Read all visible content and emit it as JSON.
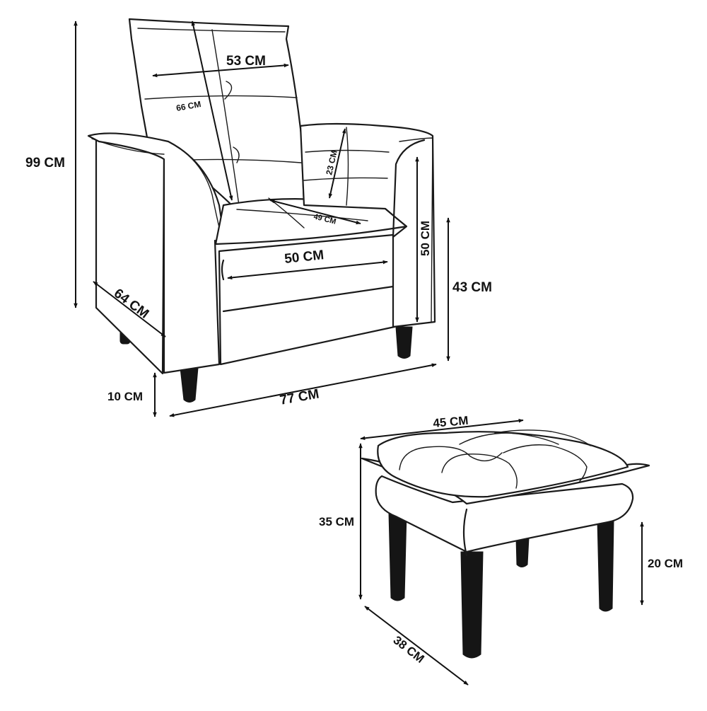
{
  "armchair": {
    "dimensions": {
      "backrest_width": "53 CM",
      "backrest_height": "66 CM",
      "total_height": "99 CM",
      "armrest_height": "23 CM",
      "seat_depth": "49 CM",
      "side_height": "50 CM",
      "seat_width": "50 CM",
      "seat_height": "43 CM",
      "depth": "64 CM",
      "leg_height": "10 CM",
      "total_width": "77 CM"
    }
  },
  "ottoman": {
    "dimensions": {
      "width": "45 CM",
      "height": "35 CM",
      "leg_height": "20 CM",
      "depth": "38 CM"
    }
  }
}
